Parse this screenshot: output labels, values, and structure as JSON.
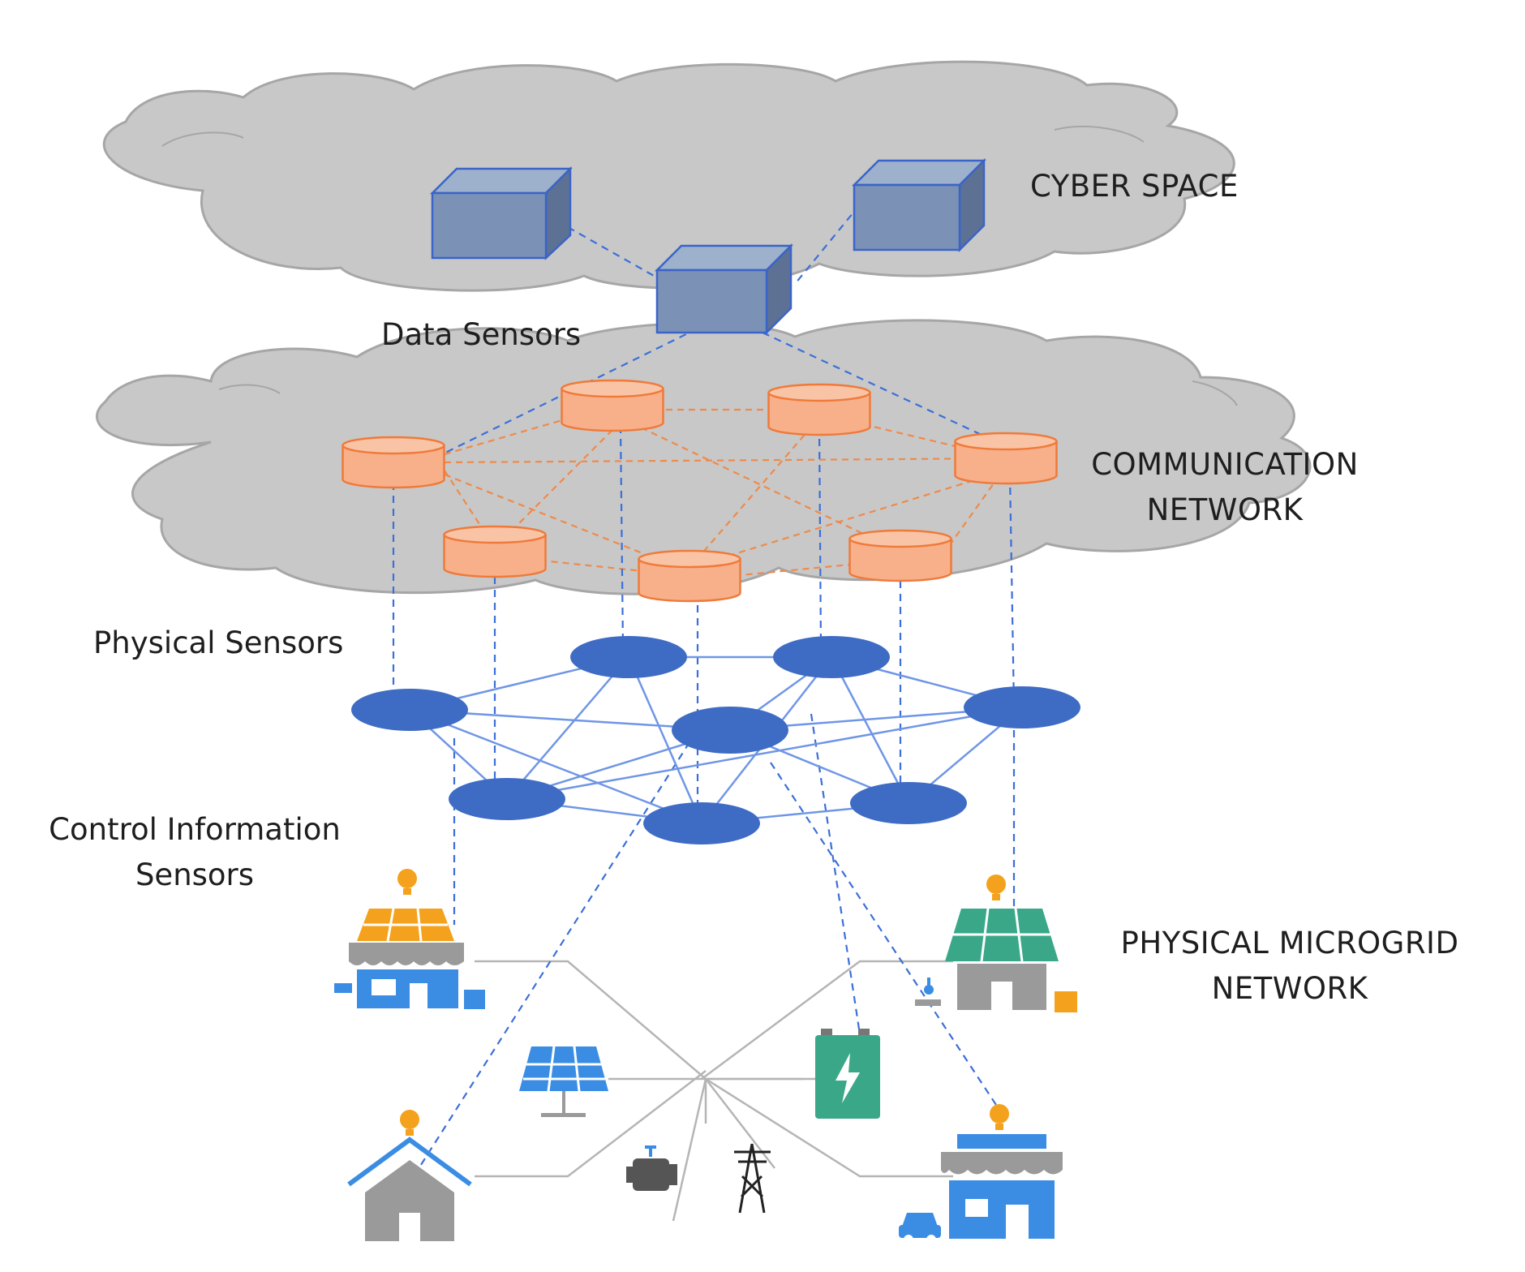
{
  "labels": {
    "cyber_space": "CYBER SPACE",
    "data_sensors": "Data Sensors",
    "communication_network": [
      "COMMUNICATION",
      "NETWORK"
    ],
    "physical_sensors": "Physical Sensors",
    "control_information_sensors": [
      "Control Information",
      "Sensors"
    ],
    "physical_microgrid_network": [
      "PHYSICAL MICROGRID",
      "NETWORK"
    ]
  },
  "colors": {
    "cloud_fill": "#c8c8c8",
    "cloud_stroke": "#a6a6a6",
    "cube_front": "#7b92b6",
    "cube_top": "#9db0cc",
    "cube_side": "#5d7194",
    "cube_stroke": "#3a64c8",
    "router_fill": "#f7b08a",
    "router_top": "#f9c4a6",
    "router_stroke": "#ef7a3a",
    "orange_link": "#ef8a4a",
    "blue_link": "#3c6fd8",
    "physical_node": "#3e6cc4",
    "physical_link": "#6f96e6",
    "power_line": "#b5b5b5",
    "solar_orange": "#f4a21d",
    "solar_teal": "#3aa888",
    "solar_blue": "#3b8de4",
    "building_blue": "#3b8de4",
    "building_gray": "#9a9a9a",
    "bulb": "#f4a21d",
    "battery": "#3aa888"
  },
  "icons": [
    "data-sensor-cube-icon",
    "router-icon",
    "physical-sensor-node-icon",
    "shop-solar-icon",
    "house-solar-icon",
    "solar-panel-icon",
    "battery-icon",
    "house-icon",
    "generator-icon",
    "transmission-tower-icon",
    "storefront-icon",
    "car-icon",
    "light-bulb-icon",
    "wind-turbine-icon"
  ]
}
